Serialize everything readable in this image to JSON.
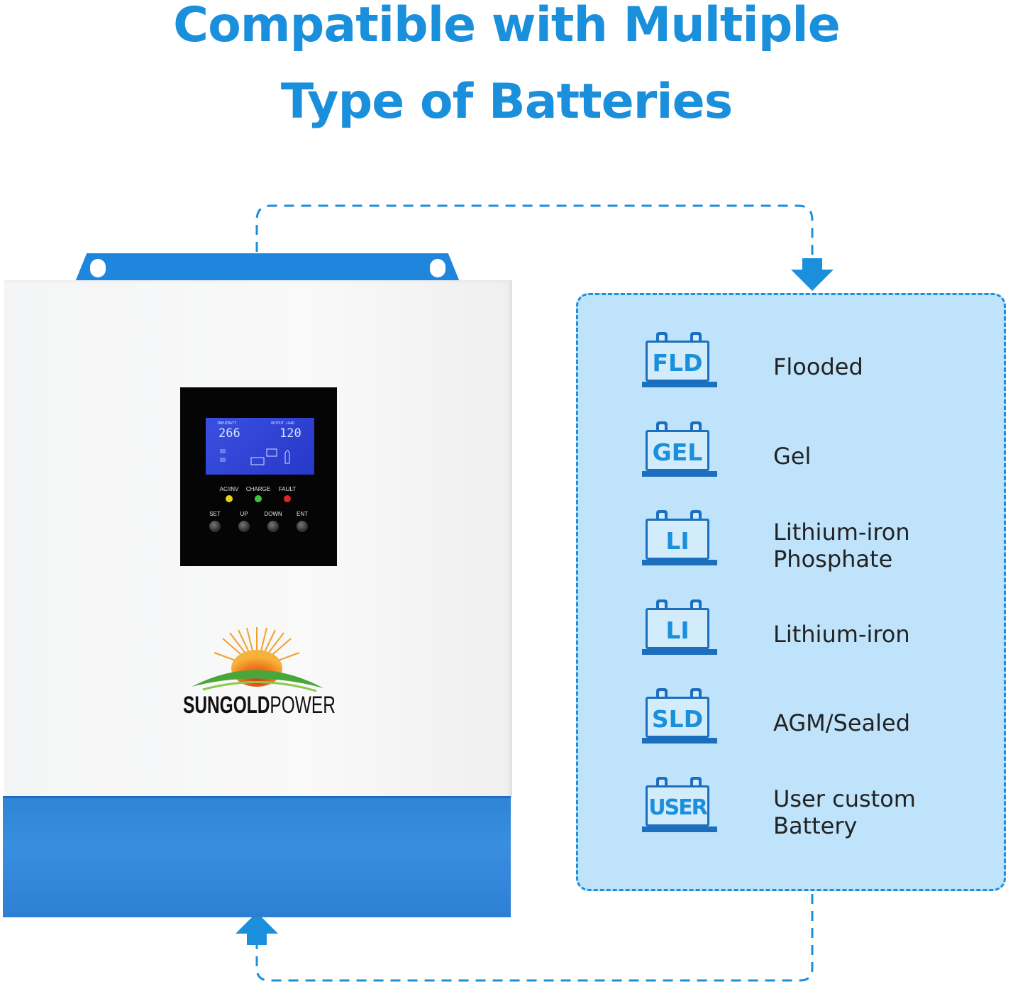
{
  "header": {
    "title_line1": "Compatible with Multiple",
    "title_line2": "Type of Batteries"
  },
  "inverter": {
    "lcd": {
      "input_label": "INPUTBATT",
      "input_value": "266",
      "output_label": "OUTPUT  LOAD",
      "output_value": "120"
    },
    "indicators": [
      {
        "label": "AC/INV",
        "color": "#e8d21a"
      },
      {
        "label": "CHARGE",
        "color": "#3fc23a"
      },
      {
        "label": "FAULT",
        "color": "#e02424"
      }
    ],
    "buttons": [
      "SET",
      "UP",
      "DOWN",
      "ENT"
    ],
    "brand": {
      "part1": "SUNGOLD",
      "part2": "POWER"
    }
  },
  "batteries": [
    {
      "code": "FLD",
      "name_line1": "Flooded",
      "name_line2": ""
    },
    {
      "code": "GEL",
      "name_line1": "Gel",
      "name_line2": ""
    },
    {
      "code": "LI",
      "name_line1": "Lithium-iron",
      "name_line2": "Phosphate"
    },
    {
      "code": "LI",
      "name_line1": "Lithium-iron",
      "name_line2": ""
    },
    {
      "code": "SLD",
      "name_line1": "AGM/Sealed",
      "name_line2": ""
    },
    {
      "code": "USER",
      "name_line1": "User custom",
      "name_line2": "Battery"
    }
  ],
  "colors": {
    "accent": "#1a8fdc",
    "panel_fill": "#bfe3fb",
    "inverter_blue": "#2f84d6"
  }
}
